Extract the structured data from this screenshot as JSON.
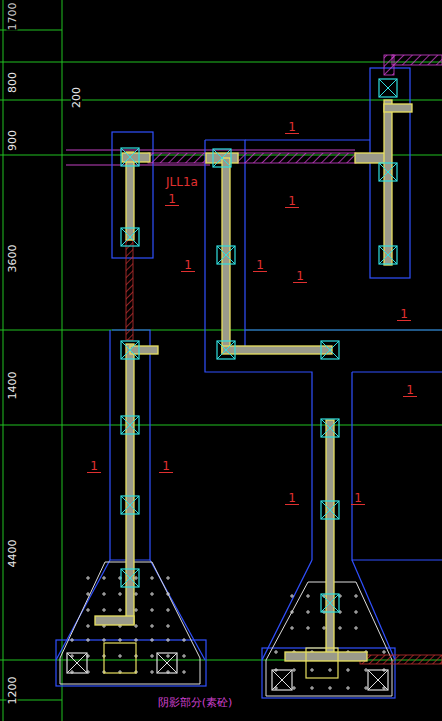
{
  "diagram": {
    "labels": [
      "1700",
      "800",
      "900",
      "200",
      "3600",
      "1400",
      "4400",
      "1200",
      "JLL1a",
      "1",
      "1",
      "1",
      "1",
      "1",
      "1",
      "1",
      "1",
      "1",
      "1",
      "1",
      "1",
      "阴影部分(素砼)"
    ]
  }
}
